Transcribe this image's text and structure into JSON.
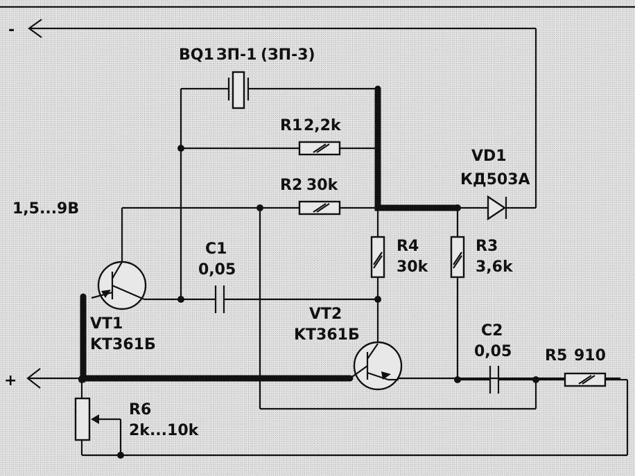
{
  "supply": {
    "minus_label": "-",
    "plus_label": "+",
    "voltage": "1,5...9B"
  },
  "components": {
    "bq1": {
      "designator": "BQ1",
      "value": "ЗП-1",
      "alt": "(ЗП-3)"
    },
    "r1": {
      "designator": "R1",
      "value": "2,2k"
    },
    "r2": {
      "designator": "R2",
      "value": "30k"
    },
    "r3": {
      "designator": "R3",
      "value": "3,6k"
    },
    "r4": {
      "designator": "R4",
      "value": "30k"
    },
    "r5": {
      "designator": "R5",
      "value": "910"
    },
    "r6": {
      "designator": "R6",
      "value": "2k...10k"
    },
    "c1": {
      "designator": "C1",
      "value": "0,05"
    },
    "c2": {
      "designator": "C2",
      "value": "0,05"
    },
    "vt1": {
      "designator": "VT1",
      "value": "KT361Б"
    },
    "vt2": {
      "designator": "VT2",
      "value": "KT361Б"
    },
    "vd1": {
      "designator": "VD1",
      "value": "КД503А"
    }
  },
  "colors": {
    "ink": "#111111",
    "paper": "#e4e4e4"
  }
}
